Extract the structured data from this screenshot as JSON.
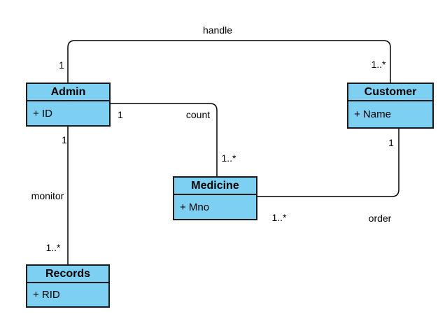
{
  "diagram": {
    "kind": "uml-class-diagram"
  },
  "colors": {
    "background": "#ffffff",
    "class_fill": "#7dd0f2",
    "class_border": "#1a1a1a",
    "line": "#000000",
    "text": "#000000"
  },
  "classes": [
    {
      "name": "Admin",
      "attributes": [
        "+ ID"
      ]
    },
    {
      "name": "Customer",
      "attributes": [
        "+ Name"
      ]
    },
    {
      "name": "Medicine",
      "attributes": [
        "+ Mno"
      ]
    },
    {
      "name": "Records",
      "attributes": [
        "+ RID"
      ]
    }
  ],
  "associations": [
    {
      "name": "handle",
      "from": "Admin",
      "to": "Customer",
      "from_multiplicity": "1",
      "to_multiplicity": "1..*"
    },
    {
      "name": "count",
      "from": "Admin",
      "to": "Medicine",
      "from_multiplicity": "1",
      "to_multiplicity": "1..*"
    },
    {
      "name": "monitor",
      "from": "Admin",
      "to": "Records",
      "from_multiplicity": "1",
      "to_multiplicity": "1..*"
    },
    {
      "name": "order",
      "from": "Medicine",
      "to": "Customer",
      "from_multiplicity": "1..*",
      "to_multiplicity": "1"
    }
  ]
}
